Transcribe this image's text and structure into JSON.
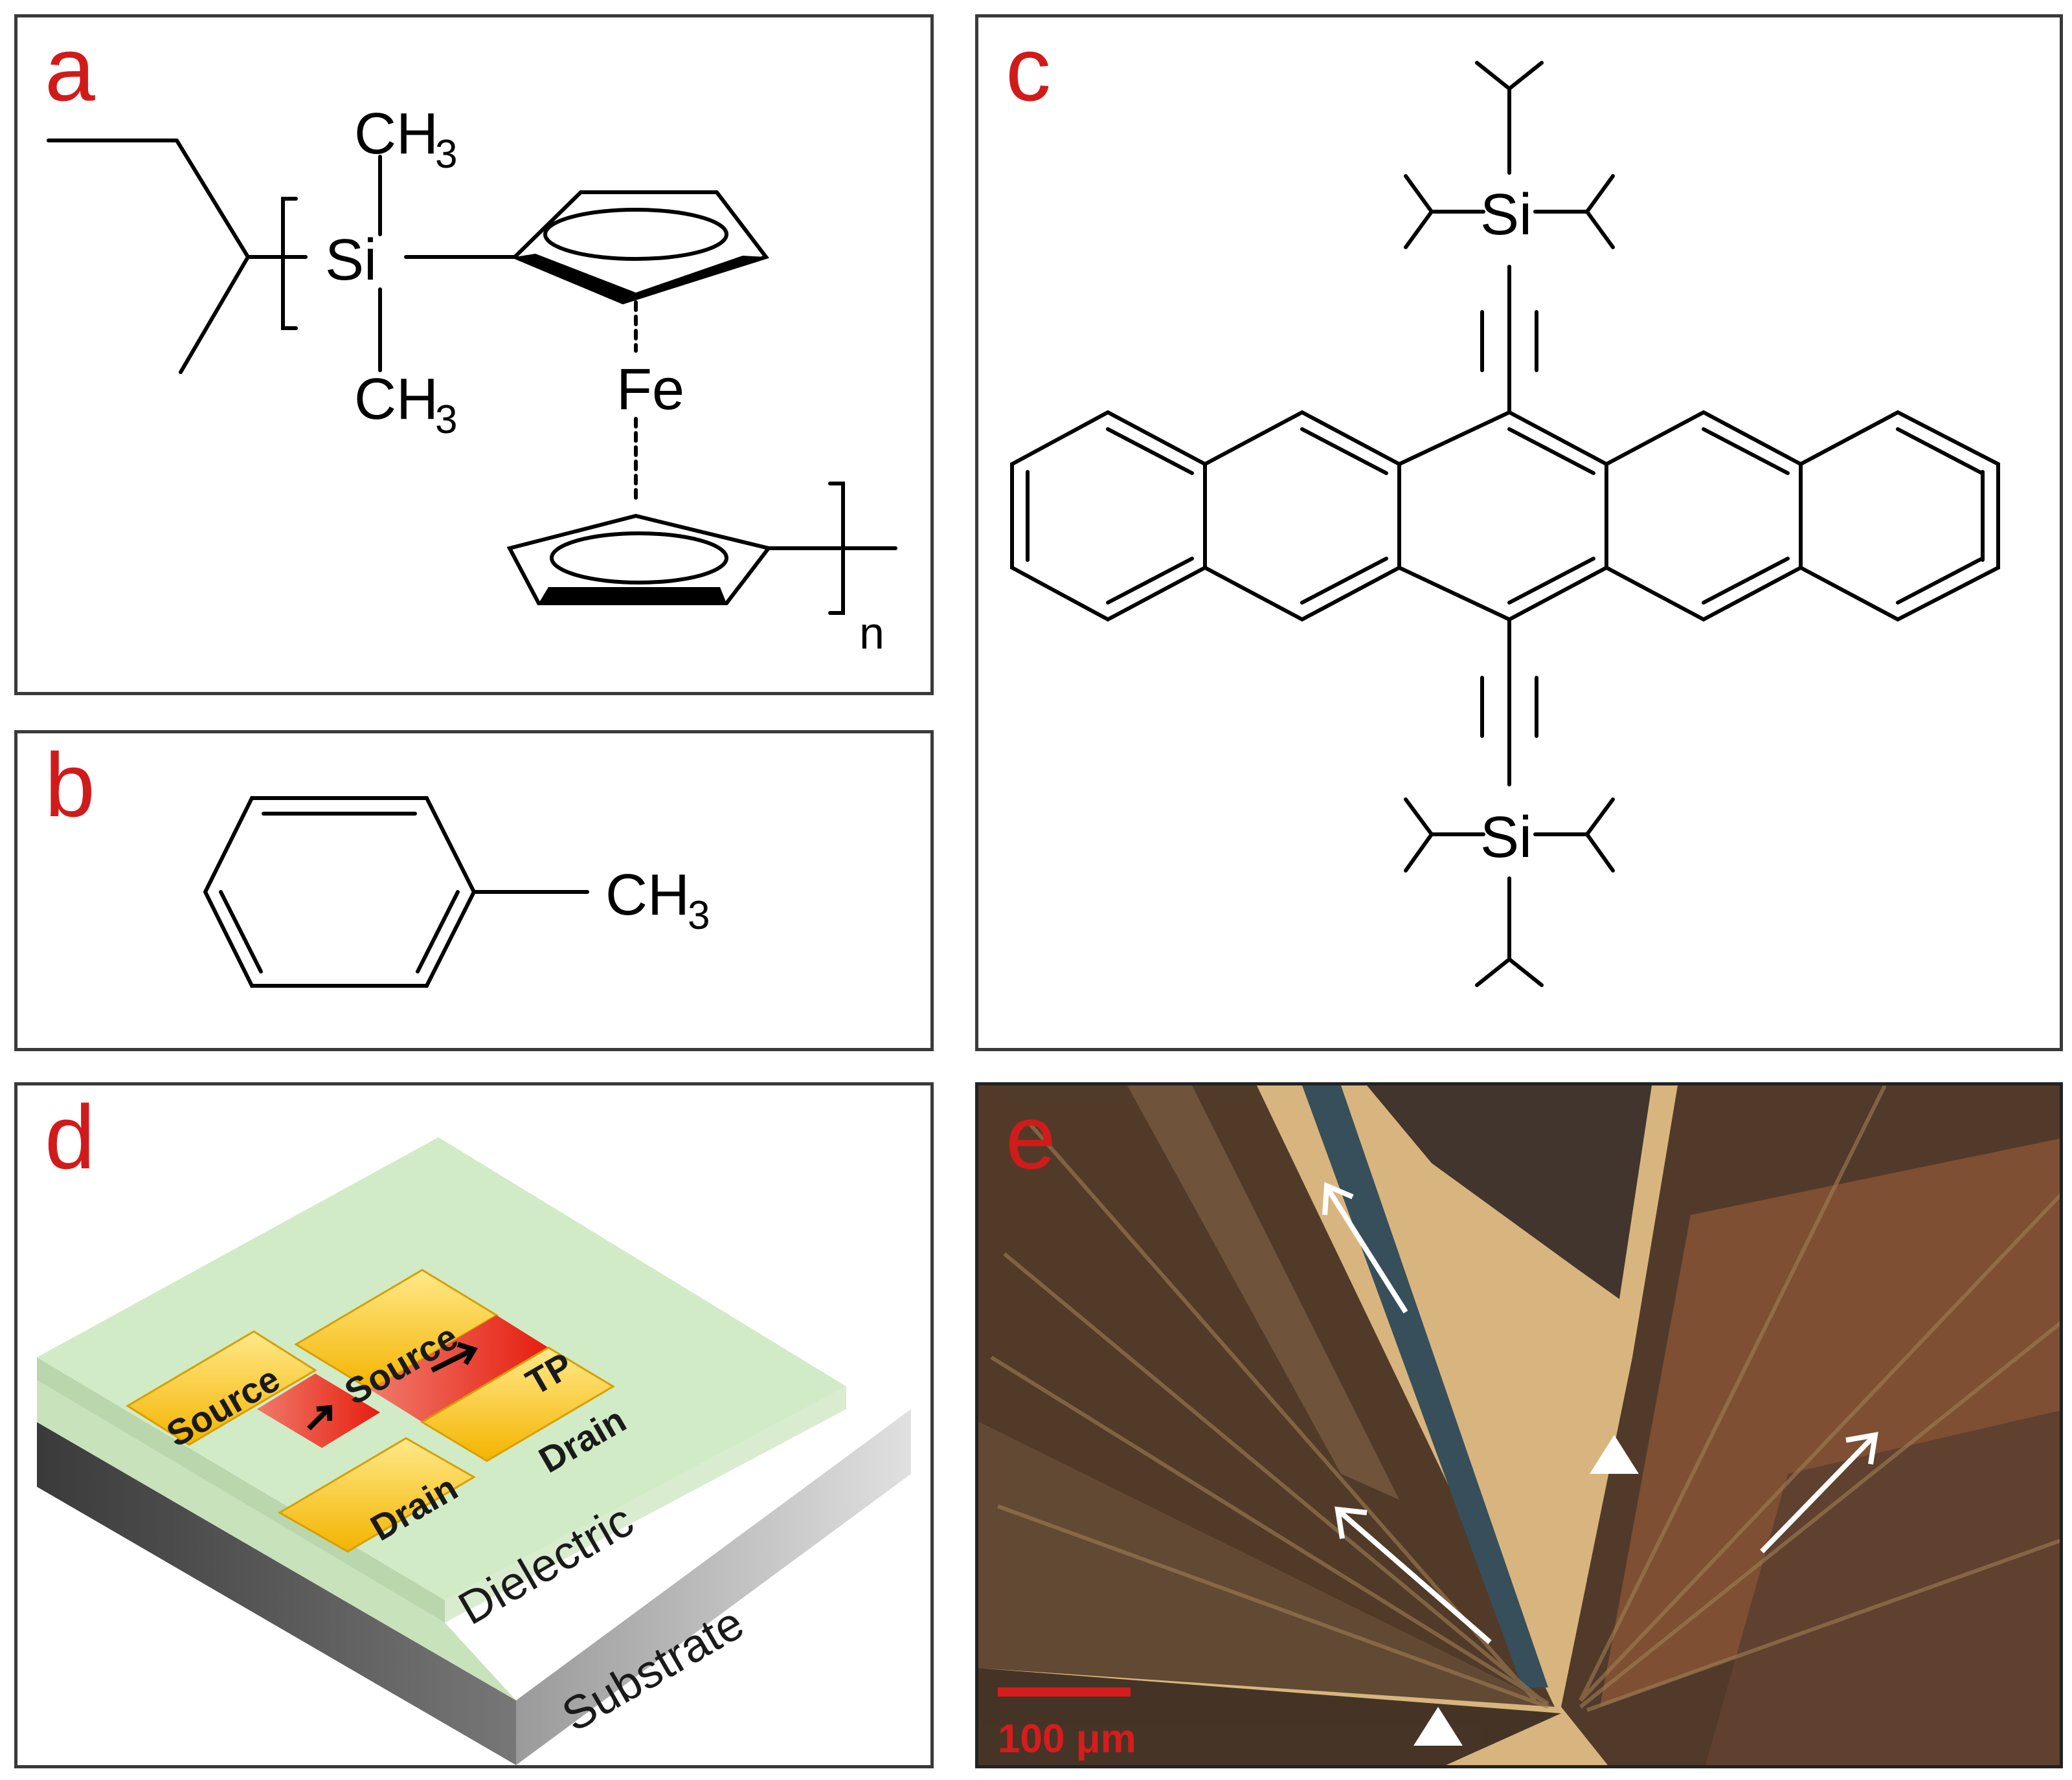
{
  "panels": {
    "a": {
      "letter": "a",
      "ch3_top": "CH",
      "ch3_bottom": "CH",
      "sub3": "3",
      "si": "Si",
      "fe": "Fe",
      "n": "n"
    },
    "b": {
      "letter": "b",
      "ch3": "CH",
      "sub3": "3"
    },
    "c": {
      "letter": "c",
      "si_top": "Si",
      "si_bottom": "Si"
    },
    "d": {
      "letter": "d",
      "labels": {
        "source_left": "Source",
        "source_right": "Source",
        "drain_left": "Drain",
        "drain_right": "Drain",
        "tp": "TP",
        "dielectric": "Dielectric",
        "substrate": "Substrate"
      },
      "colors": {
        "electrode": "#f6c21c",
        "dielectric": "#cfe8c4",
        "substrate": "#555555",
        "channel": "#ef3a24"
      }
    },
    "e": {
      "letter": "e",
      "scale_bar": "100 μm",
      "colors": {
        "scale": "#d61c1c",
        "background": "#d8b57e"
      }
    }
  }
}
